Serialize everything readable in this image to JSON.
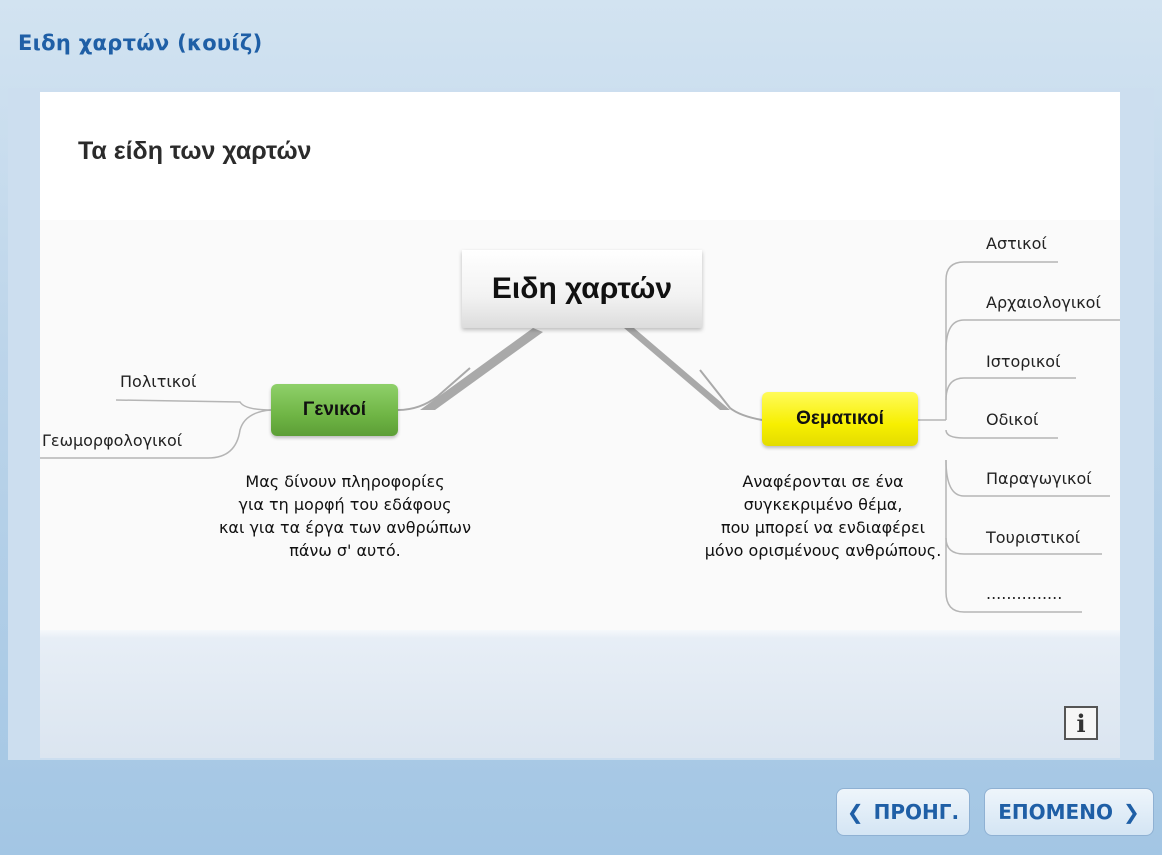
{
  "app": {
    "title": "Ειδη χαρτών (κουίζ)"
  },
  "slide": {
    "title": "Τα είδη των χαρτών",
    "mindmap": {
      "central": "Ειδη χαρτών",
      "general": {
        "label": "Γενικοί",
        "leaves": [
          "Πολιτικοί",
          "Γεωμορφολογικοί"
        ],
        "description": "Μας δίνουν πληροφορίες\nγια τη μορφή του εδάφους\nκαι για τα έργα των ανθρώπων\nπάνω σ' αυτό."
      },
      "thematic": {
        "label": "Θεματικοί",
        "leaves": [
          "Αστικοί",
          "Αρχαιολογικοί",
          "Ιστορικοί",
          "Οδικοί",
          "Παραγωγικοί",
          "Τουριστικοί",
          "..............."
        ],
        "description": "Αναφέρονται σε ένα\nσυγκεκριμένο θέμα,\nπου μπορεί να ενδιαφέρει\nμόνο ορισμένους ανθρώπους."
      }
    },
    "info_icon": "info-icon",
    "info_glyph": "i"
  },
  "nav": {
    "prev_label": "ΠΡΟΗΓ.",
    "next_label": "ΕΠΟΜΕΝΟ",
    "prev_icon": "chevron-left-icon",
    "next_icon": "chevron-right-icon"
  },
  "colors": {
    "accent": "#1f5fa6",
    "general_node": "#6fb545",
    "thematic_node": "#f7ef00"
  }
}
